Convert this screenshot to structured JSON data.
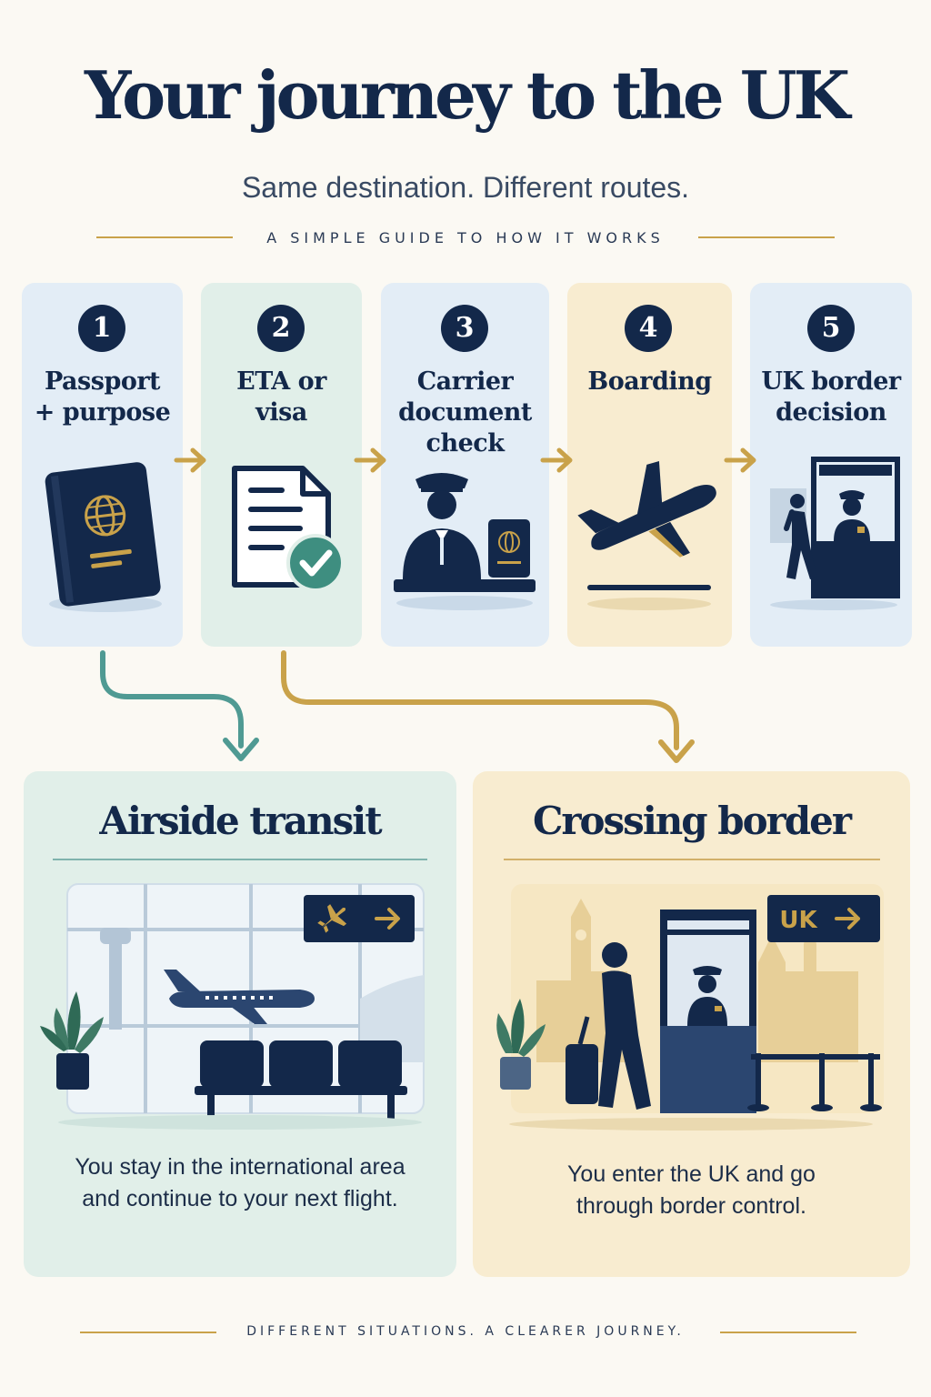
{
  "header": {
    "title": "Your journey to the UK",
    "subtitle": "Same destination. Different routes.",
    "guide": "A SIMPLE GUIDE TO HOW IT WORKS"
  },
  "steps": [
    {
      "number": "1",
      "label": "Passport + purpose",
      "icon": "passport-icon"
    },
    {
      "number": "2",
      "label": "ETA or visa",
      "icon": "document-check-icon"
    },
    {
      "number": "3",
      "label": "Carrier document check",
      "icon": "officer-desk-icon"
    },
    {
      "number": "4",
      "label": "Boarding",
      "icon": "airplane-takeoff-icon"
    },
    {
      "number": "5",
      "label": "UK border decision",
      "icon": "border-booth-icon"
    }
  ],
  "outcomes": {
    "transit": {
      "title": "Airside transit",
      "description": "You stay in the international area and continue to your next flight."
    },
    "border": {
      "title": "Crossing border",
      "sign": "UK",
      "description": "You enter the UK and go through border control."
    }
  },
  "footer": "DIFFERENT SITUATIONS. A CLEARER JOURNEY.",
  "colors": {
    "navy": "#13284a",
    "gold": "#c9a24a",
    "teal": "#4f9a93",
    "blue_card": "#e3edf6",
    "green_card": "#e1efe9",
    "cream_card": "#f8ecd0"
  }
}
